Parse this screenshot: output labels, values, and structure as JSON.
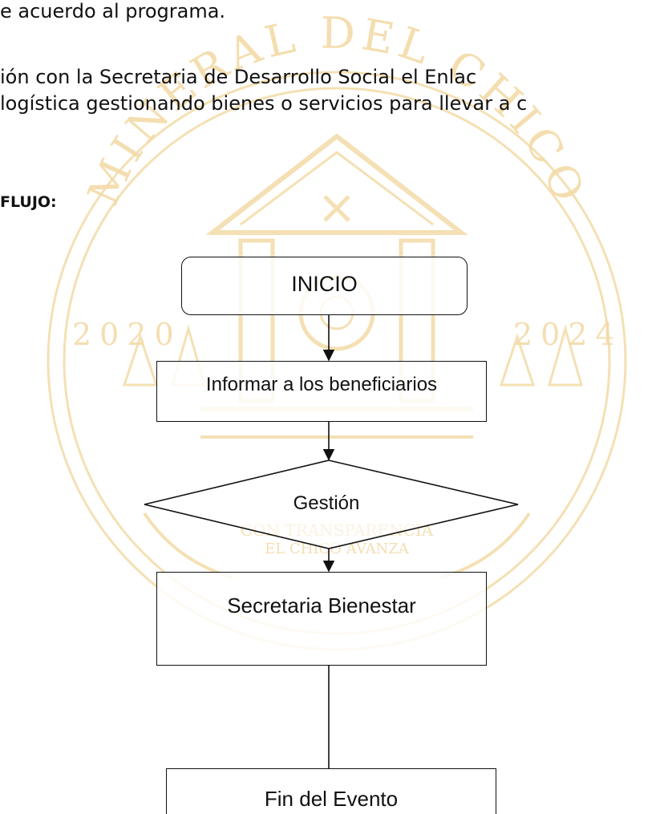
{
  "document": {
    "line1": "e acuerdo al programa.",
    "line2": "ión con la Secretaria de Desarrollo Social el Enlac",
    "line3": " logística gestionando bienes o servicios para llevar a c",
    "section_label": "FLUJO:"
  },
  "flowchart": {
    "start": "INICIO",
    "step1": "Informar a los beneficiarios",
    "decision": "Gestión",
    "step2": "Secretaria  Bienestar",
    "end": "Fin del Evento"
  },
  "watermark": {
    "arc_text": "MINERAL DEL CHICO",
    "year_left": "2020",
    "year_right": "2024",
    "motto": "CON TRANSPARENCIA",
    "slogan": "EL CHICO AVANZA",
    "color": "#f2d9a0"
  }
}
